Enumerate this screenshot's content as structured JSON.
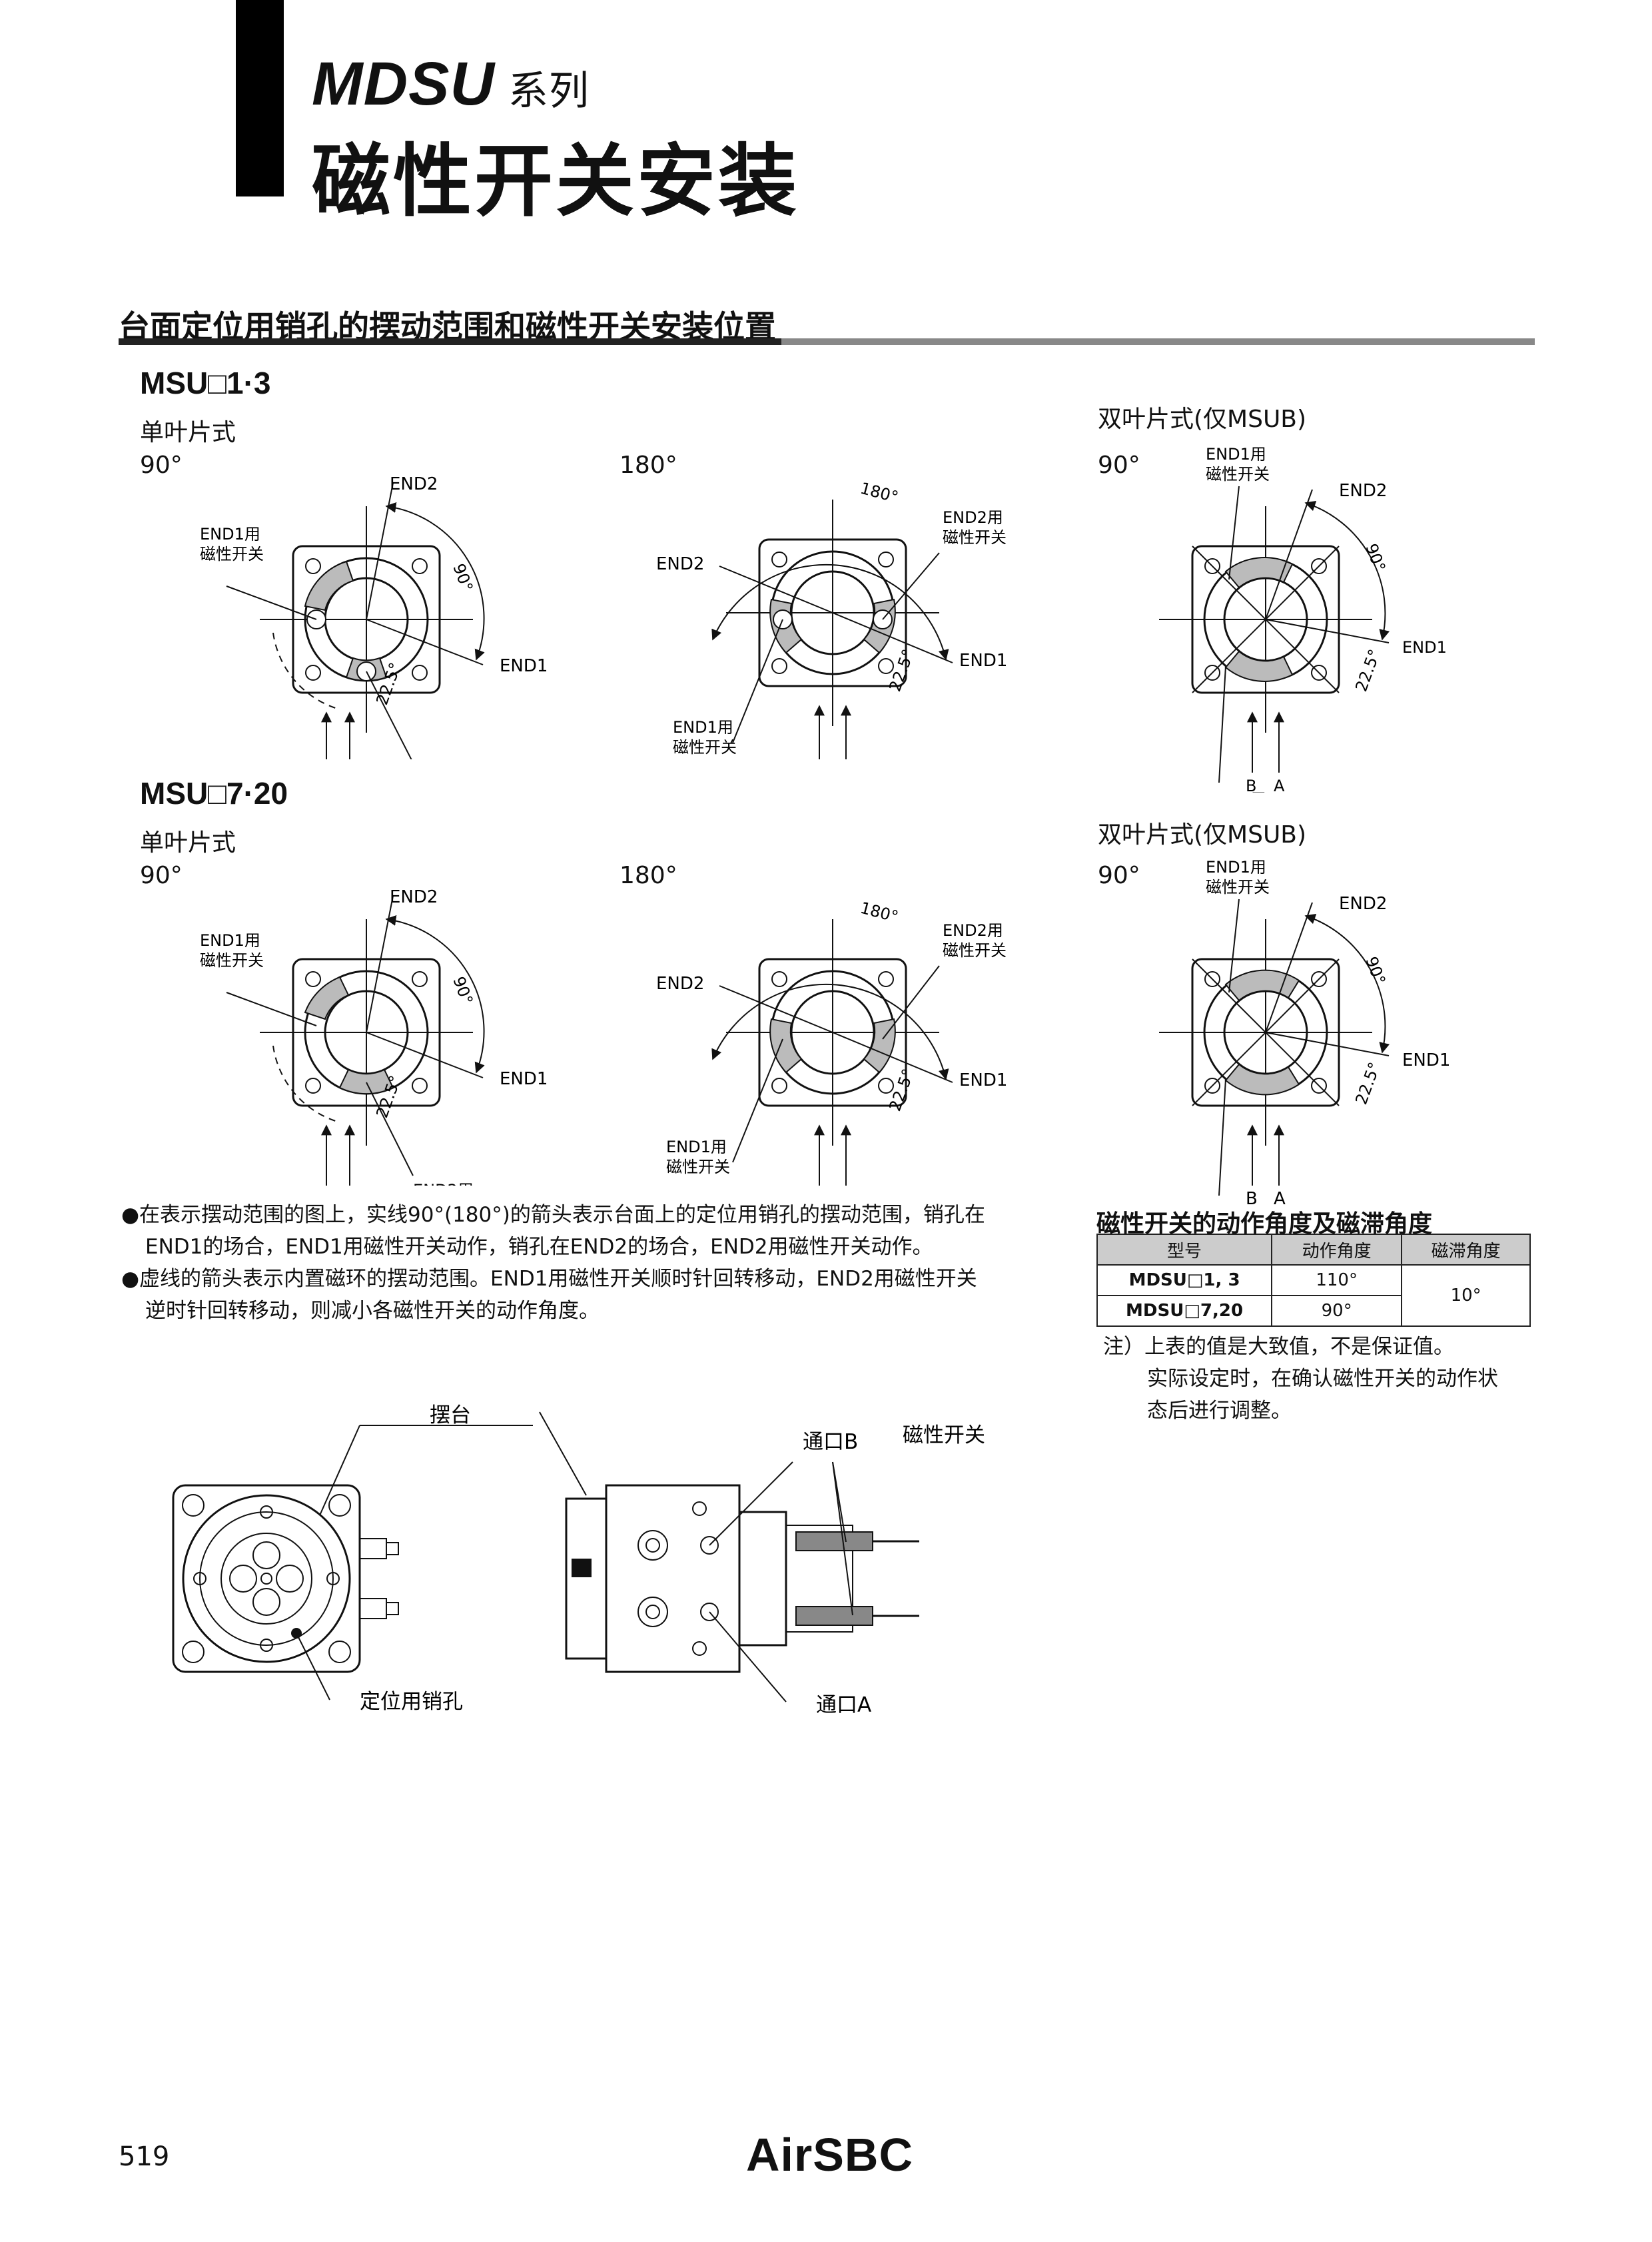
{
  "header": {
    "series": "MDSU",
    "series_suffix": "系列",
    "title": "磁性开关安装"
  },
  "section": {
    "title": "台面定位用销孔的摆动范围和磁性开关安装位置"
  },
  "group1": {
    "model": "MSU□1·3",
    "single_vane": "单叶片式",
    "double_vane": "双叶片式(仅MSUB)"
  },
  "group2": {
    "model": "MSU□7·20",
    "single_vane": "单叶片式",
    "double_vane": "双叶片式(仅MSUB)"
  },
  "labels": {
    "deg90": "90°",
    "deg180": "180°",
    "end1": "END1",
    "end2": "END2",
    "end1_for": "END1用",
    "end2_for": "END2用",
    "mag_switch": "磁性开关",
    "ang90": "90°",
    "ang180": "180°",
    "ang22_5": "22.5°",
    "port_a": "A",
    "port_b": "B"
  },
  "notes": [
    "●在表示摆动范围的图上，实线90°(180°)的箭头表示台面上的定位用销孔的摆动范围，销孔在",
    "END1的场合，END1用磁性开关动作，销孔在END2的场合，END2用磁性开关动作。",
    "●虚线的箭头表示内置磁环的摆动范围。END1用磁性开关顺时针回转移动，END2用磁性开关",
    "逆时针回转移动，则减小各磁性开关的动作角度。"
  ],
  "table": {
    "title": "磁性开关的动作角度及磁滞角度",
    "headers": [
      "型号",
      "动作角度",
      "磁滞角度"
    ],
    "rows": [
      {
        "model": "MDSU□1, 3",
        "op_angle": "110°"
      },
      {
        "model": "MDSU□7,20",
        "op_angle": "90°"
      }
    ],
    "hysteresis": "10°",
    "note_lines": [
      "注）上表的值是大致值，不是保证值。",
      "实际设定时，在确认磁性开关的动作状",
      "态后进行调整。"
    ]
  },
  "assembly": {
    "table_label": "摆台",
    "port_b": "通口B",
    "switch": "磁性开关",
    "port_a": "通口A",
    "pin_hole": "定位用销孔"
  },
  "footer": {
    "page_number": "519",
    "logo": "AirSBC"
  }
}
